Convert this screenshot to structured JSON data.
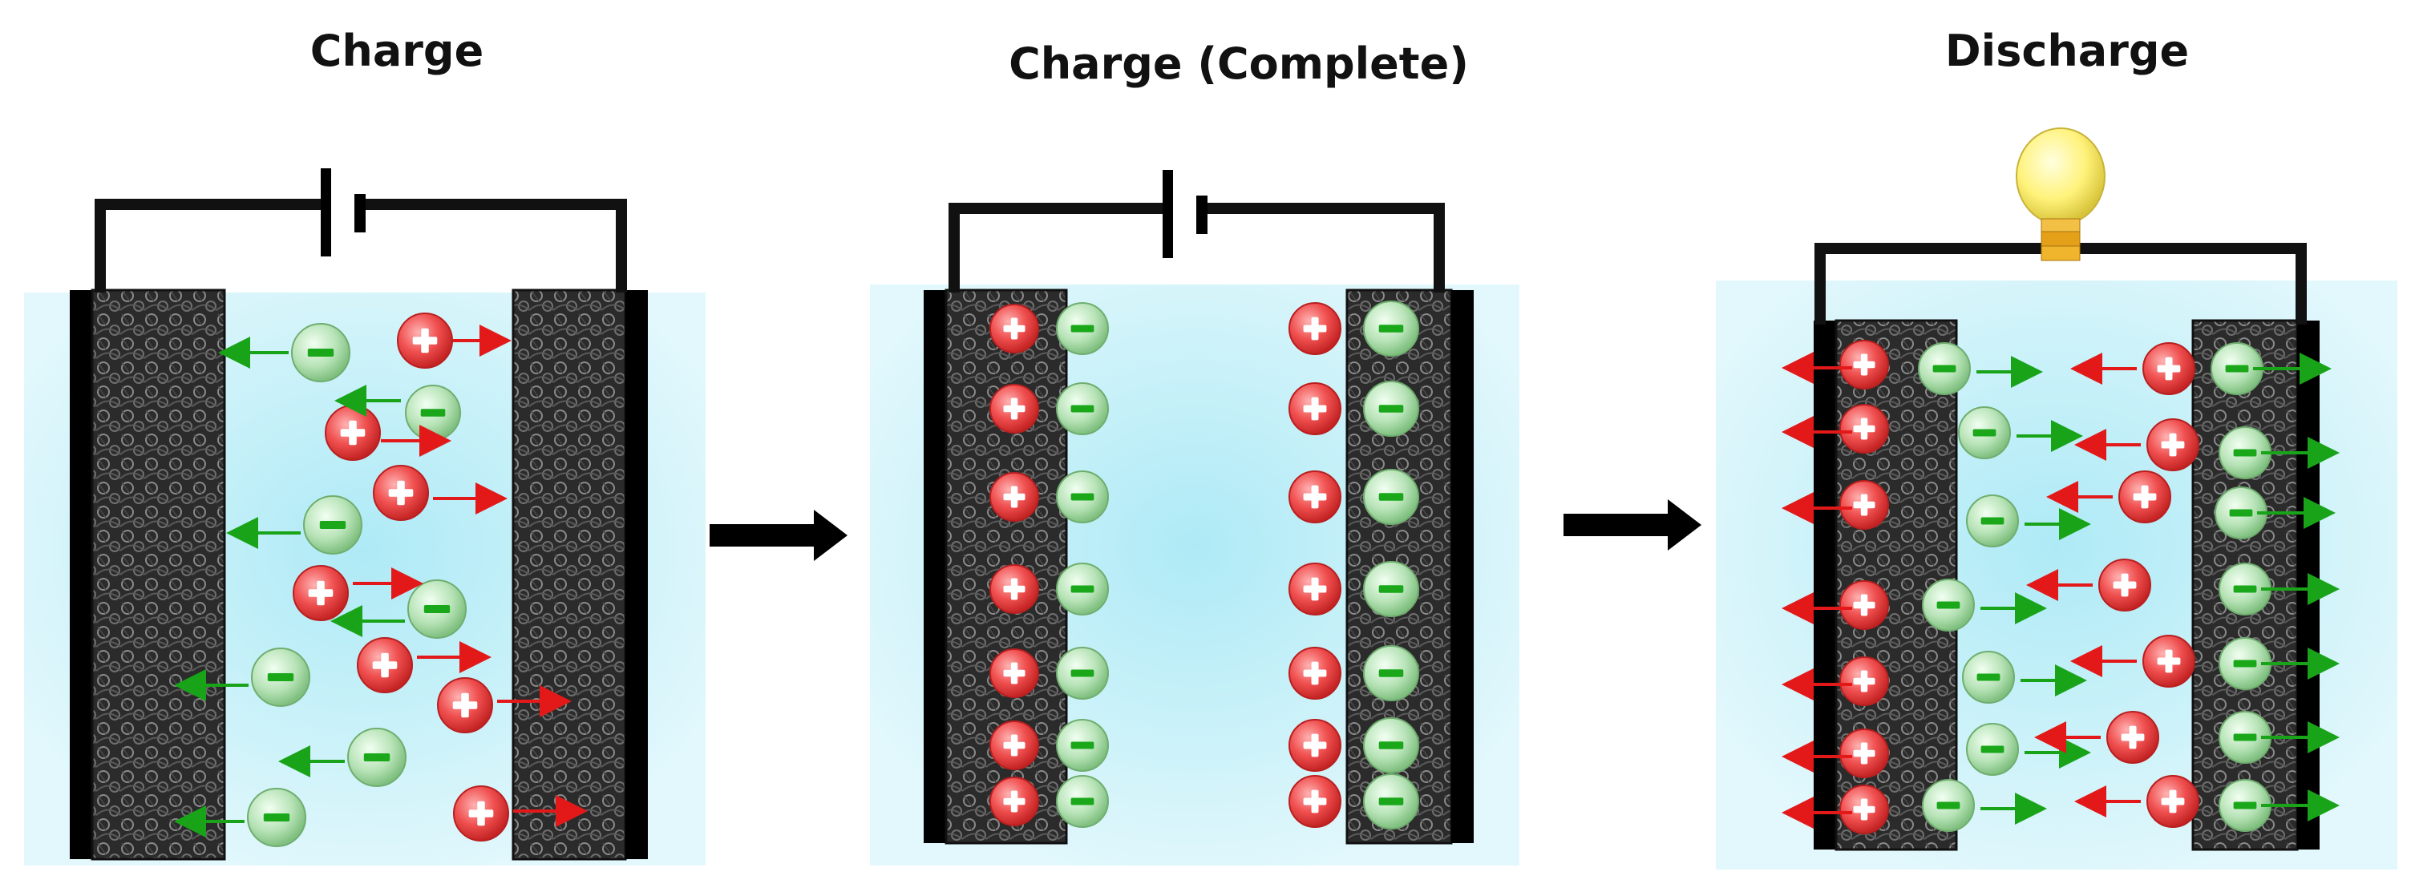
{
  "panels": [
    {
      "title": "Charge",
      "source": "battery"
    },
    {
      "title": "Charge (Complete)",
      "source": "battery"
    },
    {
      "title": "Discharge",
      "source": "bulb"
    }
  ],
  "colors": {
    "electrolyte": "#c9f3fb",
    "electrode": "#1b1b1b",
    "wire": "#111111",
    "cation": "#ee3e3e",
    "anion_fill": "#b9e6b9",
    "anion_sign": "#1aa81a",
    "cation_arrow": "#e31919",
    "anion_arrow": "#19a319",
    "transition_arrow": "#000000",
    "bulb_glass": "#fff47a",
    "bulb_base": "#e3a018"
  },
  "icons": {
    "battery": "battery-icon",
    "bulb": "light-bulb-icon",
    "cation": "plus-ion-icon",
    "anion": "minus-ion-icon",
    "next": "arrow-right-icon"
  }
}
